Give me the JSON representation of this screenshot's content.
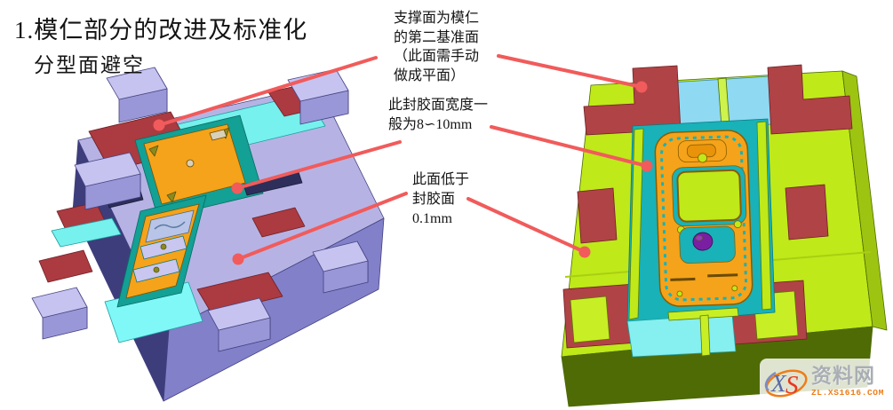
{
  "slide": {
    "title": "1.模仁部分的改进及标准化",
    "subtitle": "分型面避空"
  },
  "annotations": [
    {
      "name": "support-surface-note",
      "lines": [
        "支撑面为模仁",
        "的第二基准面",
        "（此面需手动",
        "做成平面）"
      ]
    },
    {
      "name": "seal-face-width-note",
      "lines": [
        "此封胶面宽度一",
        "般为8∽10mm"
      ]
    },
    {
      "name": "lower-face-note",
      "lines": [
        "此面低于",
        "封胶面",
        "0.1mm"
      ]
    }
  ],
  "models": {
    "left": {
      "label": "mold-base-with-core-insert-isometric"
    },
    "right": {
      "label": "mold-base-with-phone-core-top-view"
    }
  },
  "watermark": {
    "logo_x": "X",
    "logo_s": "S",
    "site_name": "资料网",
    "site_url": "ZL.XS1616.COM"
  },
  "colors": {
    "leader_line": "#f15b5b",
    "left_top": "#b6b3e4",
    "left_side_dark": "#3d3d7c",
    "left_side_mid": "#8280c9",
    "left_cyan": "#76f1ee",
    "left_red": "#ab3a41",
    "left_teal": "#13a095",
    "core_orange": "#f5a31a",
    "block_lavender": "#c6c3f0",
    "right_top": "#bfe919",
    "right_side_dark": "#4f6b05",
    "right_teal": "#18b2b8",
    "right_blue_band": "#8fd9f2",
    "right_red": "#b04345",
    "camera_purple": "#7b1fa2"
  }
}
